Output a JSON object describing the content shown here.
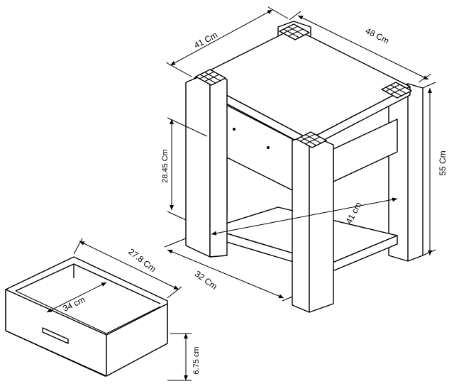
{
  "dimensions": {
    "top_depth": "41 Cm",
    "top_width": "48 Cm",
    "height": "55 Cm",
    "drawer_front_height": "28.45 Cm",
    "inner_shelf_width": "41 cm",
    "base_depth": "32 Cm",
    "drawer_depth": "27.8 Cm",
    "drawer_inner_width": "34 cm",
    "drawer_height": "6.75 cm"
  }
}
